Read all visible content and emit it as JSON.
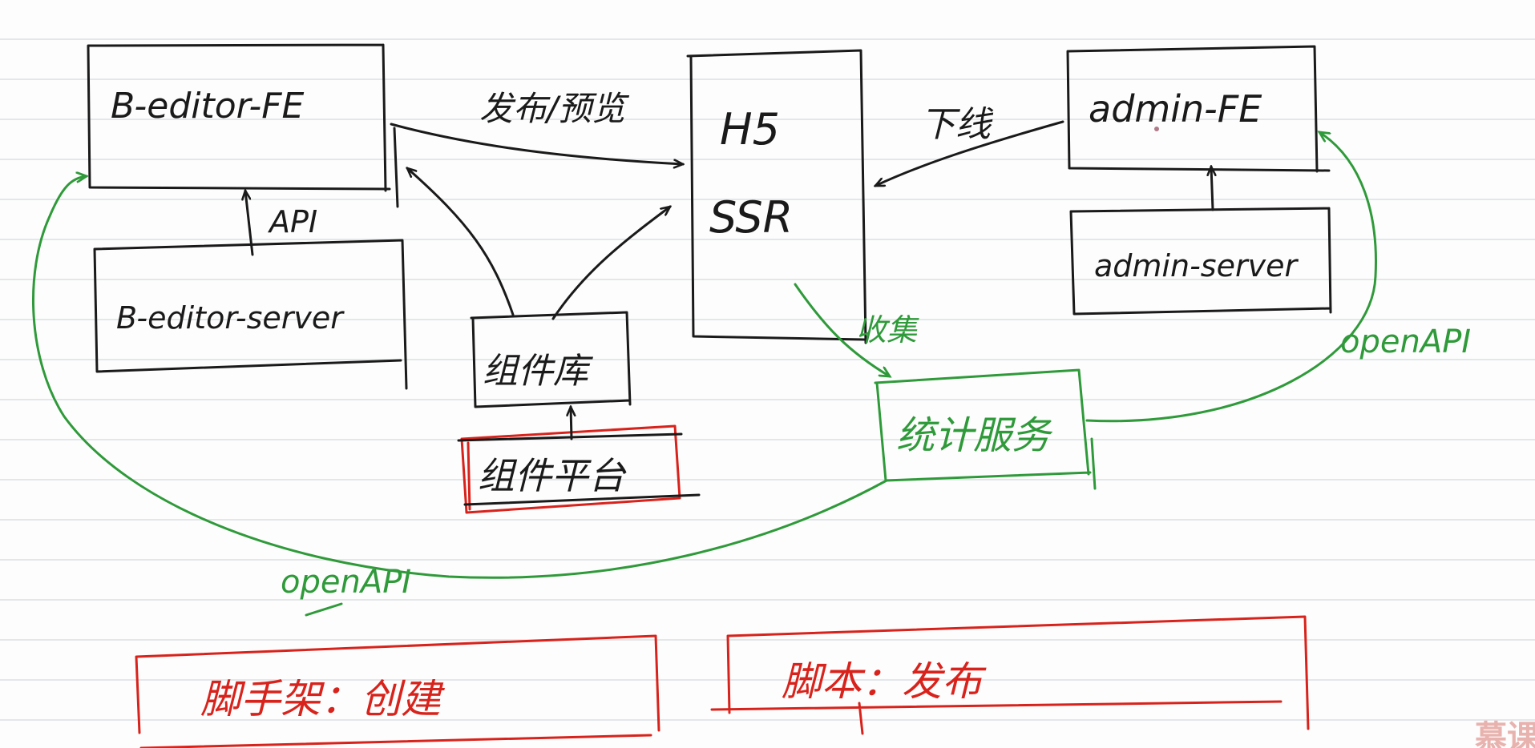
{
  "colors": {
    "ink_black": "#1a1a1a",
    "ink_green": "#2f9a3a",
    "ink_red": "#d8231c",
    "ruled_line": "#e4e7ea"
  },
  "nodes": {
    "b_editor_fe": "B-editor-FE",
    "b_editor_server": "B-editor-server",
    "h5_ssr_line1": "H5",
    "h5_ssr_line2": "SSR",
    "admin_fe": "admin-FE",
    "admin_server": "admin-server",
    "component_lib": "组件库",
    "component_platform": "组件平台",
    "stats_service": "统计服务"
  },
  "edges": {
    "api": "API",
    "publish_preview": "发布/预览",
    "offline": "下线",
    "collect": "收集",
    "openapi_right": "openAPI",
    "openapi_bottom": "openAPI"
  },
  "footer": {
    "scaffold_create": "脚手架：创建",
    "script_publish": "脚本：发布"
  },
  "watermark": "慕课"
}
